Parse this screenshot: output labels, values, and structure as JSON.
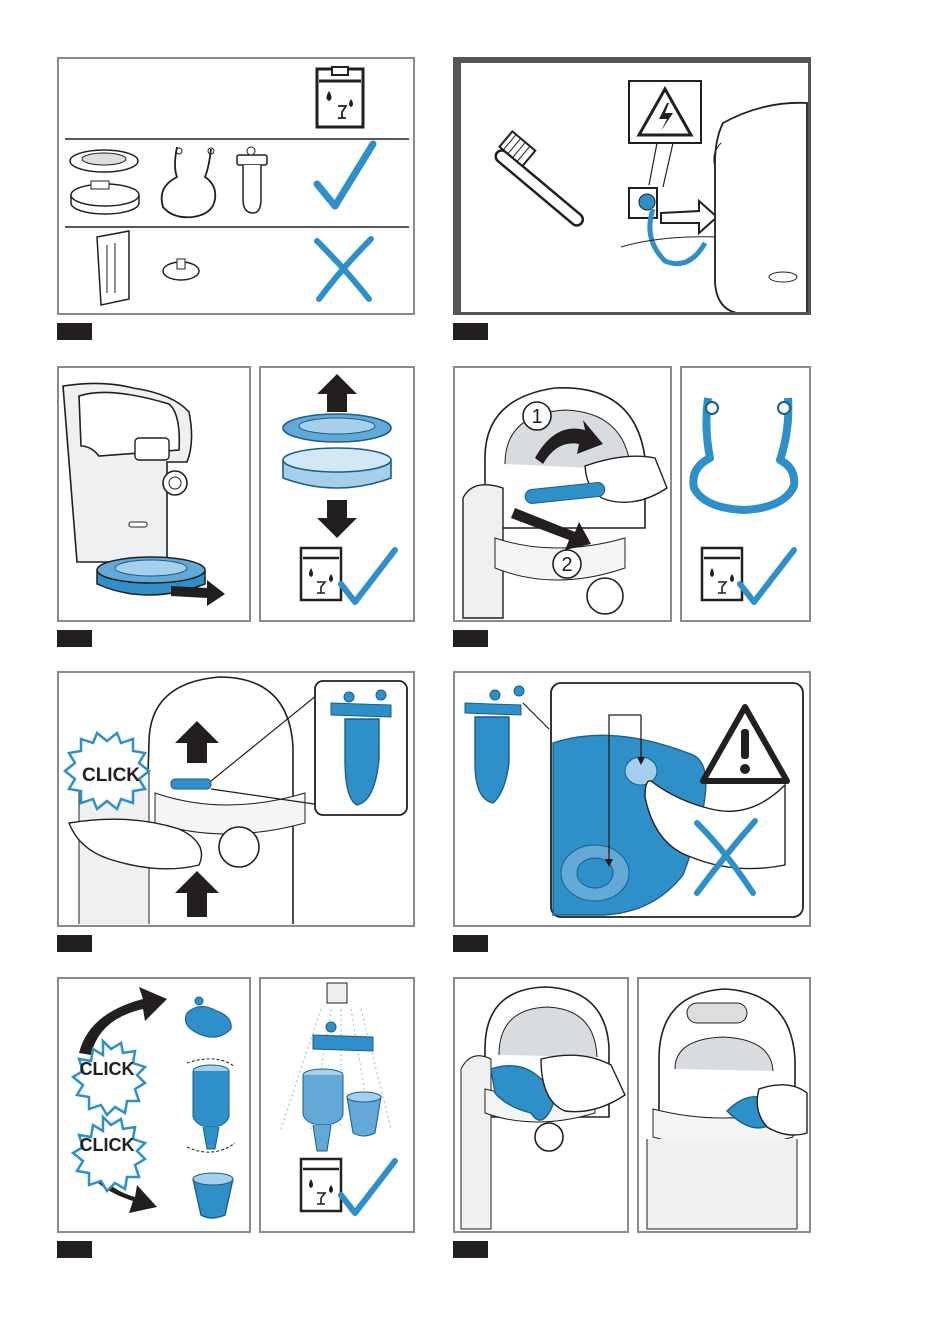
{
  "colors": {
    "accent": "#2f8fc9",
    "accent_dark": "#1b5e87",
    "frame": "#8a8a8a",
    "badge": "#231f20"
  },
  "labels": {
    "click_1": "CLICK",
    "click_2": "CLICK",
    "click_3": "CLICK",
    "step_1": "1",
    "step_2": "2"
  },
  "steps": [
    "",
    "",
    "",
    "",
    "",
    "",
    "",
    ""
  ],
  "icons": {
    "dishwasher": "dishwasher-icon",
    "check": "checkmark-icon",
    "cross": "cross-icon",
    "warning_electric": "electric-hazard-warning-icon",
    "warning": "warning-icon",
    "brush": "brush-icon"
  }
}
